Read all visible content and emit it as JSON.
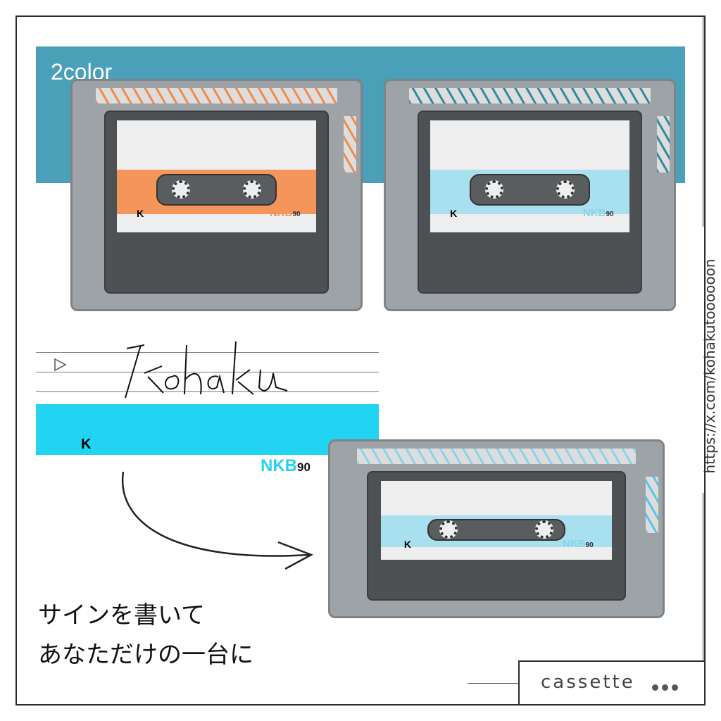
{
  "header": {
    "label": "2color"
  },
  "products": [
    {
      "variant": "orange",
      "accent": "#f28a4a",
      "stripe": "#f5955a",
      "k": "K",
      "brand": "NKB",
      "brand_num": "90"
    },
    {
      "variant": "light-blue",
      "accent": "#2f8aa0",
      "stripe": "#a9e0f0",
      "k": "K",
      "brand": "NKB",
      "brand_num": "90"
    },
    {
      "variant": "signed",
      "accent": "#8ad4ea",
      "stripe": "#a9e0f0",
      "k": "K",
      "brand": "NKB",
      "brand_num": "90"
    }
  ],
  "label_detail": {
    "k": "K",
    "brand": "NKB",
    "brand_num": "90",
    "stripe_color": "#22d3f2",
    "signature": "kohaku"
  },
  "caption": {
    "line1": "サインを書いて",
    "line2": "あなただけの一台に"
  },
  "side_url": "https://x.com/kohakutoooooon",
  "brand_box": {
    "text": "cassette"
  },
  "colors": {
    "band": "#4aa0b8",
    "frame": "#2a2a35"
  }
}
